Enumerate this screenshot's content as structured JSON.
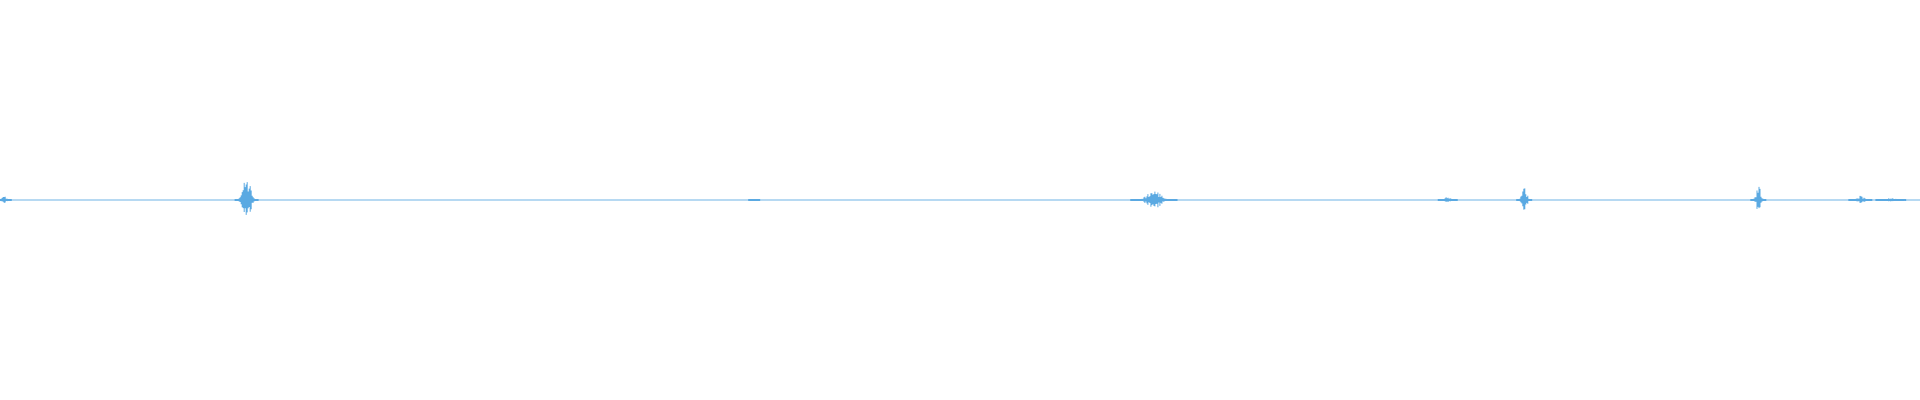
{
  "waveform": {
    "color": "#5aa9e2",
    "background": "#ffffff",
    "duration_fraction_total": 1.0,
    "baseline_noise_level": 0.012,
    "events": [
      {
        "name": "start-blip",
        "position": 0.002,
        "amplitude": 0.03,
        "width": 0.004
      },
      {
        "name": "peak-1",
        "position": 0.1285,
        "amplitude": 0.19,
        "width": 0.006
      },
      {
        "name": "small-bump-1",
        "position": 0.393,
        "amplitude": 0.012,
        "width": 0.003
      },
      {
        "name": "burst-1",
        "position": 0.601,
        "amplitude": 0.07,
        "width": 0.012
      },
      {
        "name": "small-bump-2",
        "position": 0.754,
        "amplitude": 0.025,
        "width": 0.005
      },
      {
        "name": "peak-2",
        "position": 0.794,
        "amplitude": 0.1,
        "width": 0.004
      },
      {
        "name": "peak-3",
        "position": 0.916,
        "amplitude": 0.11,
        "width": 0.004
      },
      {
        "name": "small-bump-3",
        "position": 0.969,
        "amplitude": 0.03,
        "width": 0.006
      },
      {
        "name": "end-blip",
        "position": 0.985,
        "amplitude": 0.015,
        "width": 0.008
      }
    ]
  }
}
